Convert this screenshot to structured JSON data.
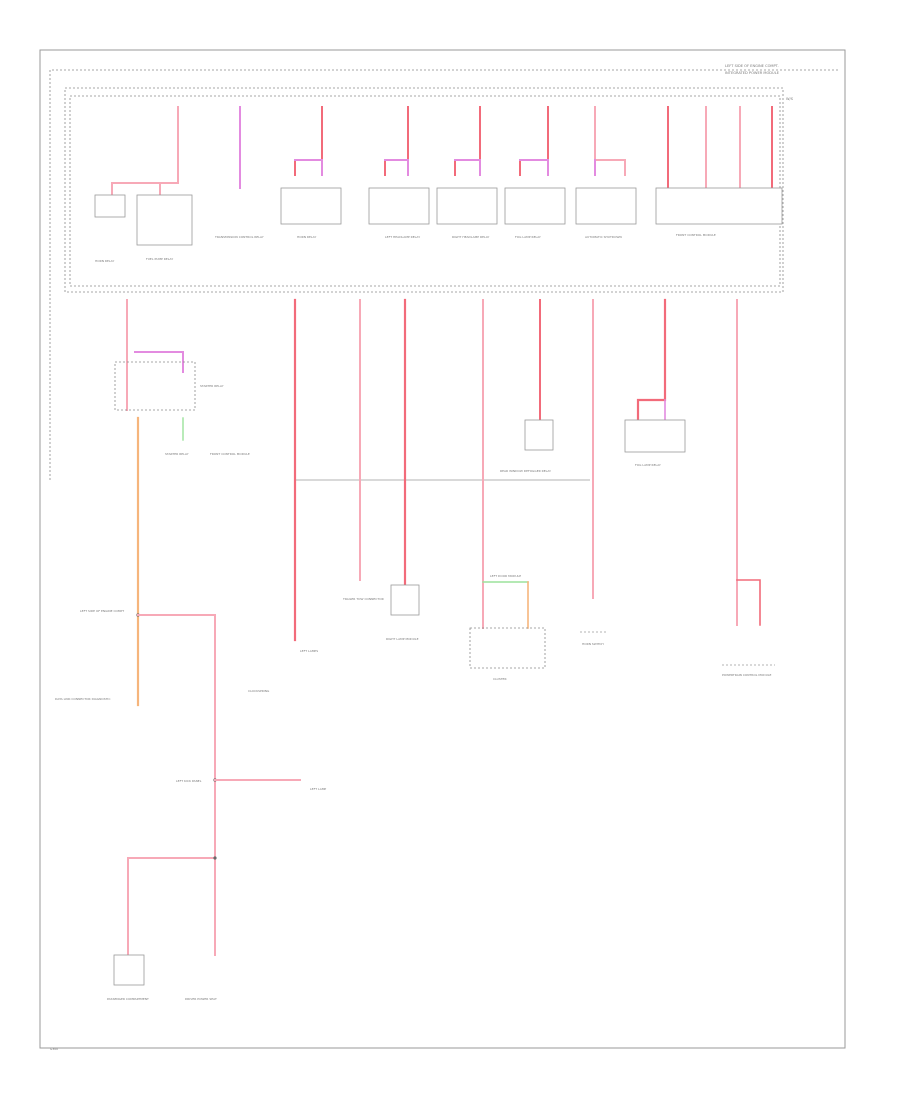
{
  "colors": {
    "pink": "#f7a9b7",
    "red": "#f26b7a",
    "orange": "#f6b57c",
    "magenta": "#e38be0",
    "green": "#9be29b",
    "gray": "#9a9a9a"
  },
  "labels": {
    "header_1": "LEFT SIDE OF ENGINE COMPT.",
    "header_2": "INTEGRATED POWER MODULE",
    "corner": "W/S",
    "relay_comp_1": "HORN RELAY",
    "relay_comp_2": "FUEL PUMP RELAY",
    "relay_comp_3": "TRANSMISSION CONTROL RELAY",
    "relay_comp_4": "HORN RELAY",
    "relay_comp_5": "LEFT HEADLAMP RELAY",
    "relay_comp_6": "RIGHT HEADLAMP RELAY",
    "relay_comp_7": "FOG LAMP RELAY",
    "relay_comp_8": "AUTOMATIC SHUTDOWN",
    "relay_comp_9": "FRONT CONTROL MODULE",
    "starter_relay": "STARTER RELAY",
    "starter_label_1": "STARTER RELAY",
    "starter_label_2": "FRONT CONTROL MODULE",
    "rear_window": "REAR WINDOW DEFOGGER RELAY",
    "fog_lamp_relay": "FOG LAMP RELAY",
    "left_lamp": "LEFT LAMPS",
    "trailer": "TRAILER TOW CONNECTOR",
    "right_lamp": "RIGHT LAMP MODULE",
    "left_door": "LEFT DOOR MODULE",
    "cluster": "CLUSTER",
    "horn_switch": "HORN SWITCH",
    "powertrain": "POWERTRAIN CONTROL MODULE",
    "left_side_engine": "LEFT SIDE OF ENGINE COMPT",
    "obd_connector": "DATA LINK CONNECTOR DIAGNOSTIC",
    "clockspring": "CLOCKSPRING",
    "left_kick": "LEFT KICK PANEL",
    "left_lamp_2": "LEFT LAMP",
    "passenger_comp": "PASSENGER COMPARTMENT",
    "driver_comp": "DRIVER POWER SEAT",
    "footer": "G300"
  }
}
